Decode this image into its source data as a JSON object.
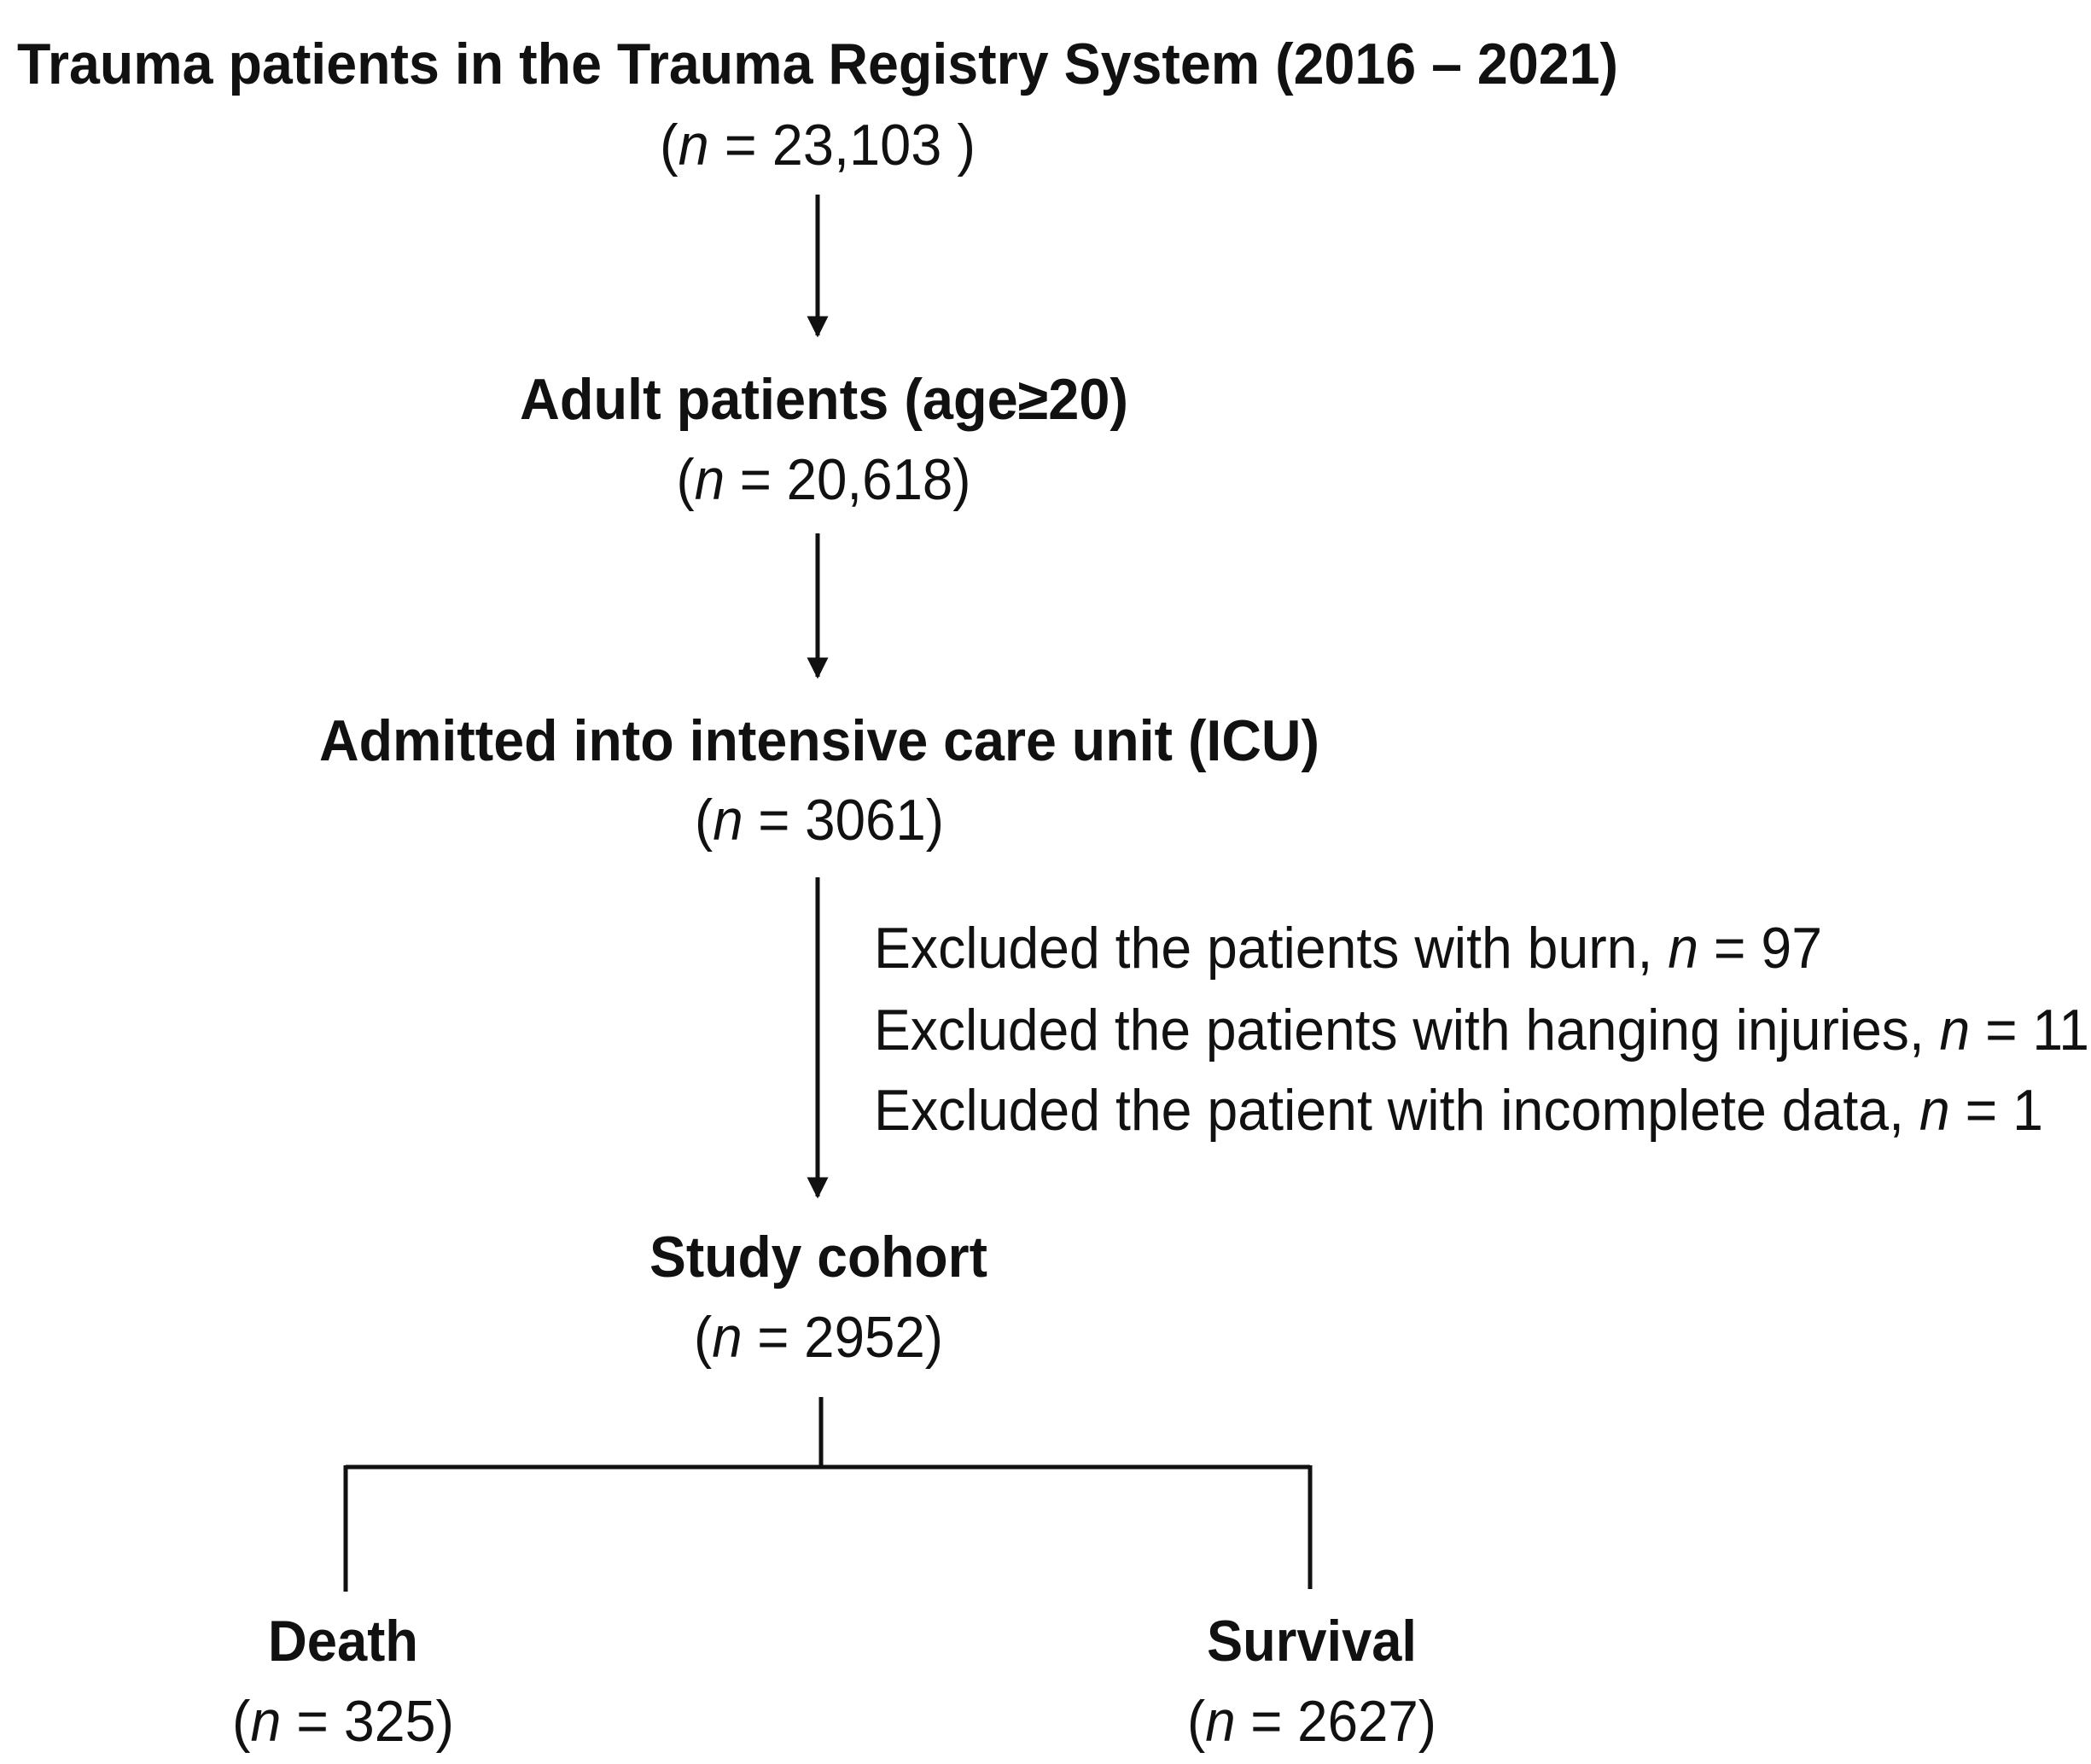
{
  "nodes": {
    "registry": {
      "title": "Trauma patients in the Trauma Registry System (2016 – 2021)",
      "n_prefix": "(",
      "n_symbol": "n",
      "n_suffix": " = 23,103 )"
    },
    "adult": {
      "title": "Adult patients (age≥20)",
      "n_prefix": "(",
      "n_symbol": "n",
      "n_suffix": " = 20,618)"
    },
    "icu": {
      "title": "Admitted into intensive care unit (ICU)",
      "n_prefix": "(",
      "n_symbol": "n",
      "n_suffix": " = 3061)"
    },
    "cohort": {
      "title": "Study cohort",
      "n_prefix": "(",
      "n_symbol": "n",
      "n_suffix": " = 2952)"
    },
    "death": {
      "title": "Death",
      "n_prefix": "(",
      "n_symbol": "n",
      "n_suffix": " = 325)"
    },
    "survival": {
      "title": "Survival",
      "n_prefix": "(",
      "n_symbol": "n",
      "n_suffix": " = 2627)"
    }
  },
  "exclusions": [
    {
      "text": "Excluded the patients with burn, ",
      "n_symbol": "n",
      "n_suffix": " = 97"
    },
    {
      "text": "Excluded the patients with hanging injuries, ",
      "n_symbol": "n",
      "n_suffix": " = 11"
    },
    {
      "text": "Excluded the patient with incomplete data, ",
      "n_symbol": "n",
      "n_suffix": " = 1"
    }
  ]
}
